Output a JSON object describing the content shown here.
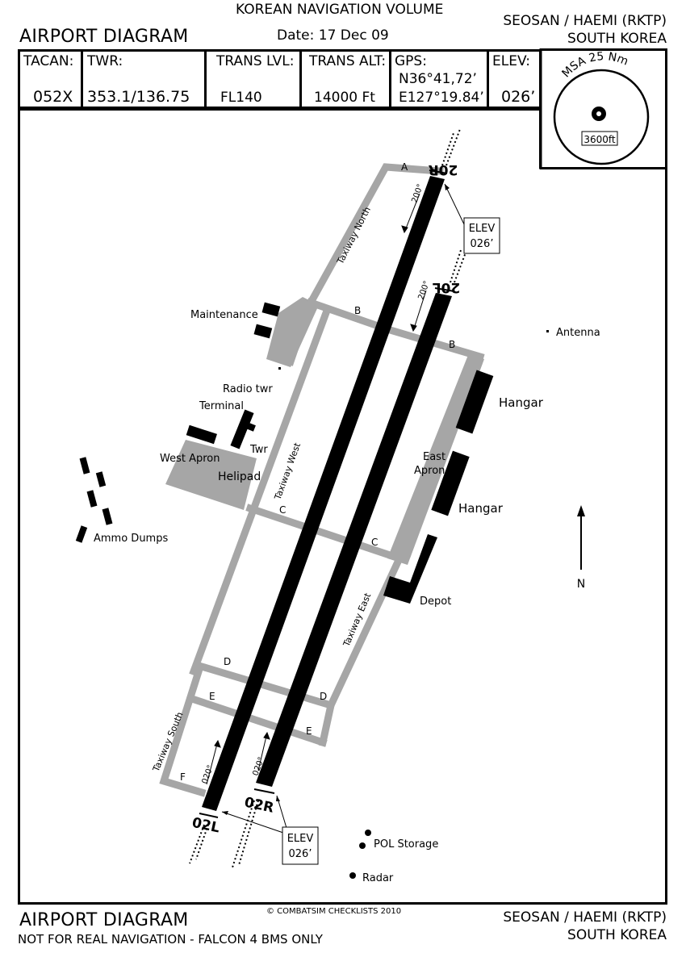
{
  "header": {
    "volume": "KOREAN NAVIGATION VOLUME",
    "title": "AIRPORT DIAGRAM",
    "date": "Date: 17 Dec 09",
    "airport_name": "SEOSAN / HAEMI (RKTP)",
    "country": "SOUTH KOREA"
  },
  "info_bar": {
    "tacan_label": "TACAN:",
    "tacan_value": "052X",
    "twr_label": "TWR:",
    "twr_value": "353.1/136.75",
    "trans_lvl_label": "TRANS LVL:",
    "trans_lvl_value": "FL140",
    "trans_alt_label": "TRANS ALT:",
    "trans_alt_value": "14000 Ft",
    "gps_label": "GPS:",
    "gps_lat": "N36°41,72’",
    "gps_lon": "E127°19.84’",
    "elev_label": "ELEV:",
    "elev_value": "026’"
  },
  "msa": {
    "title": "MSA 25 Nm",
    "altitude": "3600ft"
  },
  "diagram": {
    "runways": {
      "rwy_20r": "20R",
      "rwy_20l": "20L",
      "rwy_02l": "02L",
      "rwy_02r": "02R",
      "heading_200": "200°",
      "heading_020": "020°"
    },
    "elev_callout": {
      "label": "ELEV",
      "value": "026’"
    },
    "taxiways": {
      "north": "Taxiway North",
      "west": "Taxiway West",
      "east": "Taxiway East",
      "south": "Taxiway South",
      "a": "A",
      "b": "B",
      "c": "C",
      "d": "D",
      "e": "E",
      "f": "F"
    },
    "facilities": {
      "maintenance": "Maintenance",
      "radio_twr": "Radio twr",
      "terminal": "Terminal",
      "twr": "Twr",
      "west_apron": "West Apron",
      "helipad": "Helipad",
      "ammo_dumps": "Ammo Dumps",
      "east_apron_1": "East",
      "east_apron_2": "Apron",
      "hangar": "Hangar",
      "depot": "Depot",
      "antenna": "Antenna",
      "pol_storage": "POL Storage",
      "radar": "Radar",
      "north_marker": "N"
    },
    "colors": {
      "runway": "#000000",
      "taxiway": "#a6a6a6",
      "apron": "#a6a6a6"
    }
  },
  "footer": {
    "title": "AIRPORT DIAGRAM",
    "disclaimer": "NOT FOR REAL NAVIGATION - FALCON 4 BMS ONLY",
    "copyright": "© COMBATSIM CHECKLISTS 2010",
    "airport_name": "SEOSAN / HAEMI (RKTP)",
    "country": "SOUTH KOREA"
  }
}
